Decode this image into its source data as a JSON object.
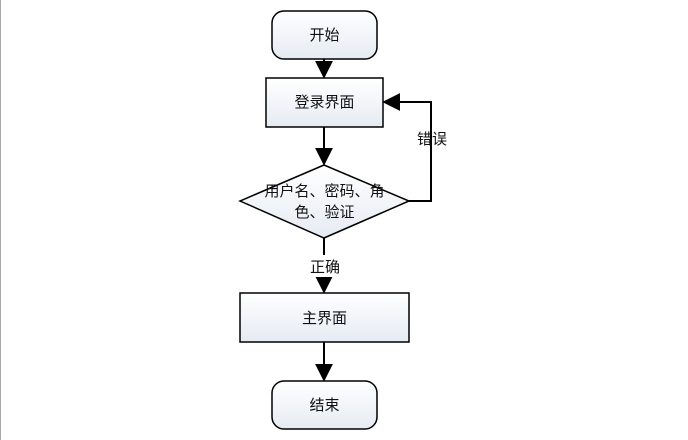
{
  "flowchart": {
    "start": "开始",
    "login": "登录界面",
    "decision_line1": "用户名、密码、角",
    "decision_line2": "色、验证",
    "error_label": "错误",
    "correct_label": "正确",
    "main": "主界面",
    "end": "结束"
  }
}
